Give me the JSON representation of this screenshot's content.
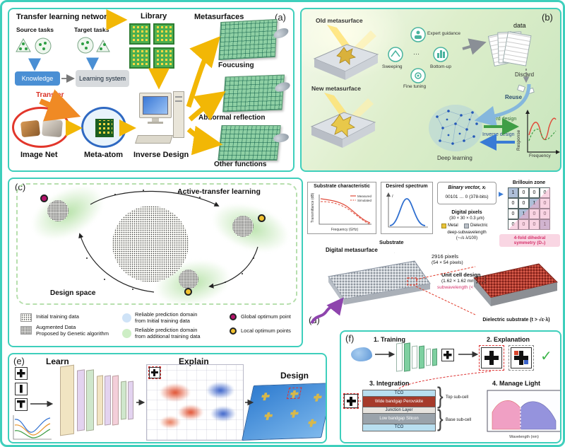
{
  "colors": {
    "panel_border": "#3ecfbc",
    "arrow_gold": "#f2b705",
    "accent_red": "#e03a2a",
    "accent_blue": "#3a7bd5",
    "accent_orange": "#f08a24",
    "green_blob": "#b9e3ab",
    "pink_symmetry": "#f9d6e3",
    "unit_cell_red": "#b53a2e"
  },
  "tags": {
    "a": "(a)",
    "b": "(b)",
    "c": "(c)",
    "d": "(d)",
    "e": "(e)",
    "f": "(f)"
  },
  "panel_a": {
    "network_title": "Transfer learning network",
    "source_tasks": "Source tasks",
    "target_tasks": "Target tasks",
    "knowledge": "Knowledge",
    "learning_system": "Learning system",
    "library": "Library",
    "transfer": "Transfer",
    "image_net": "Image Net",
    "meta_atom": "Meta-atom",
    "inverse_design": "Inverse Design",
    "metasurfaces": "Metasurfaces",
    "function_focusing": "Foucusing",
    "function_reflection": "Abnormal reflection",
    "function_other": "Other functions"
  },
  "panel_b": {
    "old_metasurface": "Old metasurface",
    "new_metasurface": "New metasurface",
    "expert_guidance": "Expert guidance",
    "sweeping": "Sweeping",
    "bottom_up": "Bottom-up",
    "fine_tuning": "Fine tuning",
    "ellipsis": "···",
    "data_label": "data",
    "discard": "Discard",
    "reuse": "Reuse",
    "deep_learning": "Deep learning",
    "forward_design": "Forward design",
    "inverse_design": "Inverse design",
    "response_axis": "Response",
    "frequency_axis": "Frequency"
  },
  "panel_c": {
    "title": "Active-transfer learning",
    "design_space": "Design space",
    "legend": {
      "initial_data": "Initial training data",
      "augmented_data_1": "Augmented Data",
      "augmented_data_2": "Proposed by Genetic algorithm",
      "reliable_initial_1": "Reliable prediction domain",
      "reliable_initial_2": "from Initial training data",
      "reliable_additional_1": "Reliable prediction domain",
      "reliable_additional_2": "from additional training data",
      "global_optimum": "Global optimum point",
      "local_optimum": "Local optimum points"
    }
  },
  "panel_d": {
    "substrate_characteristic": "Substrate characteristic",
    "char_graph": {
      "ylabel": "Transmittance (dB)",
      "xlabel": "Frequency (GHz)",
      "measured": "Measured",
      "simulated": "Simulated"
    },
    "desired_spectrum": "Desired spectrum",
    "desired_axis": "I",
    "binary_vector_title": "Binary vector, xᵢ",
    "binary_vector_value": "00101 … 0 (378-bits)",
    "digital_pixels_title": "Digital pixels",
    "digital_pixels_size": "(30 × 30 × 0.3 μm)",
    "metal": "Metal",
    "dielectric": "Dielectric",
    "deep_subwavelength_1": "deep-subwavelength",
    "deep_subwavelength_2": "(~√ε·λ/100)",
    "brillouin_zone": "Brillouin zone",
    "brillouin_cells": [
      "1",
      "0",
      "0",
      "0",
      "0",
      "0",
      "1",
      "0",
      "0",
      "1",
      "0",
      "0",
      "0",
      "0",
      "0",
      "1"
    ],
    "symmetry_note_1": "4-fold dihedral",
    "symmetry_note_2": "symmetry (D₄)",
    "substrate": "Substrate",
    "digital_metasurface": "Digital metasurface",
    "pixels_count_1": "2916 pixels",
    "pixels_count_2": "(54 × 54 pixels)",
    "unit_cell_1": "Unit cell design",
    "unit_cell_2": "(1.62 × 1.62 mm)",
    "unit_cell_3": "subwavelength (< √ε·λ)",
    "dielectric_substrate": "Dielectric substrate (t > √ε·λ)"
  },
  "panel_e": {
    "learn": "Learn",
    "explain": "Explain",
    "design": "Design"
  },
  "panel_f": {
    "training": "1. Training",
    "explanation": "2. Explanation",
    "integration": "3. Integration",
    "manage_light": "4. Manage Light",
    "check": "✓",
    "layers": {
      "tco_top": "TCO",
      "perovskite": "Wide bandgap Perovskite",
      "junction": "Junction Layer",
      "silicon": "Low bandgap Silicon",
      "tco_bottom": "TCO"
    },
    "top_sub_cell": "Top sub-cell",
    "base_sub_cell": "Base sub-cell",
    "wavelength_axis": "Wavelength (nm)"
  }
}
